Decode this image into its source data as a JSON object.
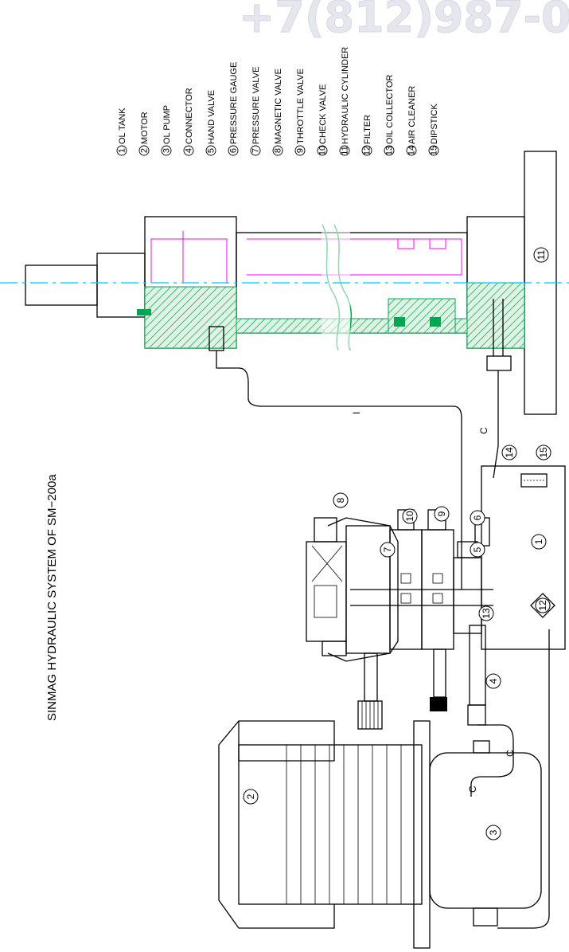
{
  "watermark": "+7(812)987-0",
  "title": "SINMAG HYDRAULIC SYSTEM OF SM−200a",
  "legend": [
    {
      "num": "1",
      "label": "OL TANK"
    },
    {
      "num": "2",
      "label": "MOTOR"
    },
    {
      "num": "3",
      "label": "OL PUMP"
    },
    {
      "num": "4",
      "label": "CONNECTOR"
    },
    {
      "num": "5",
      "label": "HAND VALVE"
    },
    {
      "num": "6",
      "label": "PRESSURE GAUGE"
    },
    {
      "num": "7",
      "label": "PRESSURE VALVE"
    },
    {
      "num": "8",
      "label": "MAGNETIC VALVE"
    },
    {
      "num": "9",
      "label": "THROTTLE VALVE"
    },
    {
      "num": "10",
      "label": "CHECK VALVE"
    },
    {
      "num": "11",
      "label": "HYDRAULIC CYLINDER"
    },
    {
      "num": "12",
      "label": "FILTER"
    },
    {
      "num": "13",
      "label": "OIL COLLECTOR"
    },
    {
      "num": "14",
      "label": "AIR CLEANER"
    },
    {
      "num": "15",
      "label": "DIPSTICK"
    }
  ],
  "callouts": {
    "c1": "1",
    "c2": "2",
    "c3": "3",
    "c4": "4",
    "c5": "5",
    "c6": "6",
    "c7": "7",
    "c8": "8",
    "c9": "9",
    "c10": "10",
    "c11": "11",
    "c12": "12",
    "c13": "13",
    "c14": "14",
    "c15": "15"
  },
  "pipe_letters": {
    "a": "C",
    "b": "C",
    "c": "C",
    "d": "I"
  },
  "colors": {
    "cylinder_hatch": "#00a651",
    "centerline": "#00c8ff",
    "internal": "#ff00ff",
    "watermark": "#e8e8ee"
  }
}
